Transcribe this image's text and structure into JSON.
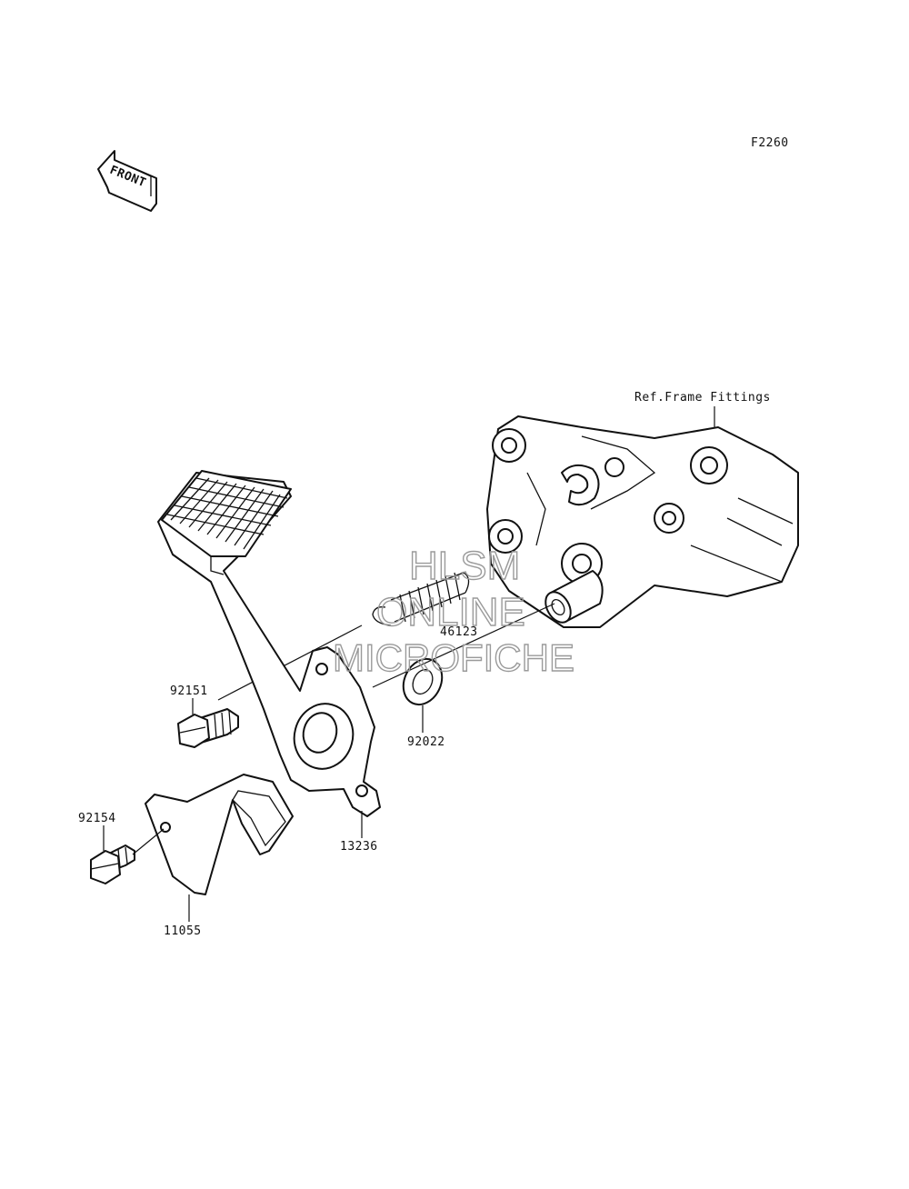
{
  "diagram": {
    "figure_code": "F2260",
    "front_marker": "FRONT",
    "reference_note": "Ref.Frame Fittings",
    "watermark": [
      "HLSM",
      "ONLINE",
      "MICROFICHE"
    ],
    "callouts": [
      {
        "id": "46123"
      },
      {
        "id": "92151"
      },
      {
        "id": "92022"
      },
      {
        "id": "92154"
      },
      {
        "id": "13236"
      },
      {
        "id": "11055"
      }
    ]
  }
}
